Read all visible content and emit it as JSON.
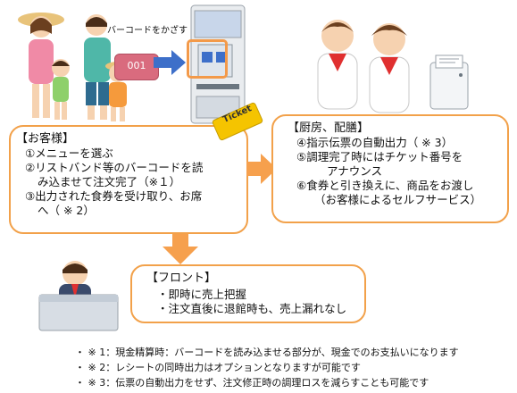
{
  "scan_label": "バーコードをかざす",
  "wristband_number": "001",
  "ticket_label": "Ticket",
  "customer": {
    "title": "【お客様】",
    "lines": [
      "①メニューを選ぶ",
      "②リストバンド等のバーコードを読",
      "み込ませて注文完了（※１）",
      "③出力された食券を受け取り、お席",
      "へ（ ※ 2）"
    ]
  },
  "kitchen": {
    "title": "【厨房、配膳】",
    "lines": [
      "④指示伝票の自動出力（ ※ 3）",
      "⑤調理完了時にはチケット番号を",
      "アナウンス",
      "⑥食券と引き換えに、商品をお渡し",
      "（お客様によるセルフサービス）"
    ]
  },
  "front": {
    "title": "【フロント】",
    "lines": [
      "・即時に売上把握",
      "・注文直後に退館時も、売上漏れなし"
    ]
  },
  "notes": [
    "・ ※ 1：現金精算時：バーコードを読み込ませる部分が、現金でのお支払いになります",
    "・ ※ 2：レシートの同時出力はオプションとなりますが可能です",
    "・ ※ 3：伝票の自動出力をせず、注文修正時の調理ロスを減らすことも可能です"
  ],
  "colors": {
    "box_border": "#f2a14a",
    "arrow_orange": "#f6a04d",
    "arrow_blue": "#3d6fc9",
    "ticket_yellow": "#f5c400",
    "neckerchief_red": "#e03030"
  }
}
